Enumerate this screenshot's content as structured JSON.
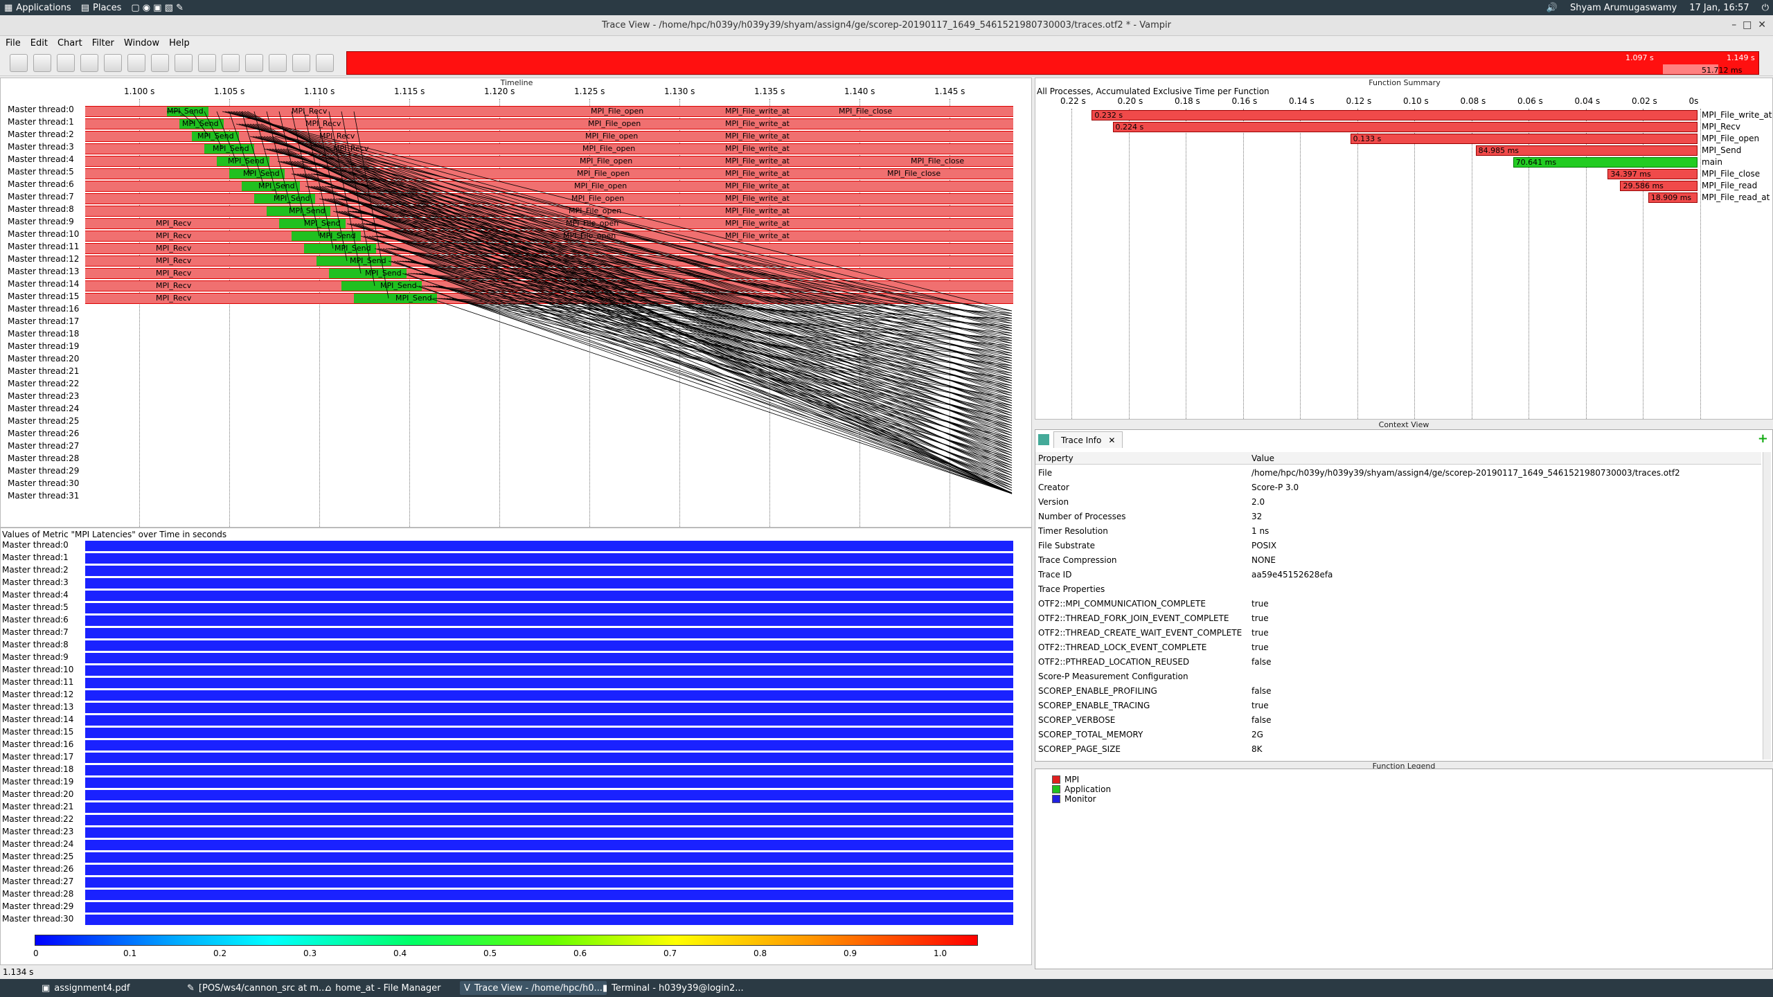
{
  "topbar": {
    "applications": "Applications",
    "places": "Places",
    "user": "Shyam Arumugaswamy",
    "datetime": "17 Jan, 16:57"
  },
  "window": {
    "title": "Trace View - /home/hpc/h039y/h039y39/shyam/assign4/ge/scorep-20190117_1649_5461521980730003/traces.otf2 * - Vampir"
  },
  "menu": [
    "File",
    "Edit",
    "Chart",
    "Filter",
    "Window",
    "Help"
  ],
  "overview": {
    "start_label": "1.097 s",
    "range_label": "51.712 ms",
    "end_label": "1.149 s"
  },
  "timeline": {
    "title": "Timeline",
    "ticks": [
      "1.100 s",
      "1.105 s",
      "1.110 s",
      "1.115 s",
      "1.120 s",
      "1.125 s",
      "1.130 s",
      "1.135 s",
      "1.140 s",
      "1.145 s"
    ],
    "threads": [
      "Master thread:0",
      "Master thread:1",
      "Master thread:2",
      "Master thread:3",
      "Master thread:4",
      "Master thread:5",
      "Master thread:6",
      "Master thread:7",
      "Master thread:8",
      "Master thread:9",
      "Master thread:10",
      "Master thread:11",
      "Master thread:12",
      "Master thread:13",
      "Master thread:14",
      "Master thread:15",
      "Master thread:16",
      "Master thread:17",
      "Master thread:18",
      "Master thread:19",
      "Master thread:20",
      "Master thread:21",
      "Master thread:22",
      "Master thread:23",
      "Master thread:24",
      "Master thread:25",
      "Master thread:26",
      "Master thread:27",
      "Master thread:28",
      "Master thread:29",
      "Master thread:30",
      "Master thread:31"
    ],
    "fn": {
      "recv": "MPI_Recv",
      "send": "MPI_Send",
      "open": "MPI_File_open",
      "write": "MPI_File_write_at",
      "close": "MPI_File_close"
    }
  },
  "metric": {
    "title": "Values of Metric \"MPI Latencies\" over Time in seconds",
    "threads": [
      "Master thread:0",
      "Master thread:1",
      "Master thread:2",
      "Master thread:3",
      "Master thread:4",
      "Master thread:5",
      "Master thread:6",
      "Master thread:7",
      "Master thread:8",
      "Master thread:9",
      "Master thread:10",
      "Master thread:11",
      "Master thread:12",
      "Master thread:13",
      "Master thread:14",
      "Master thread:15",
      "Master thread:16",
      "Master thread:17",
      "Master thread:18",
      "Master thread:19",
      "Master thread:20",
      "Master thread:21",
      "Master thread:22",
      "Master thread:23",
      "Master thread:24",
      "Master thread:25",
      "Master thread:26",
      "Master thread:27",
      "Master thread:28",
      "Master thread:29",
      "Master thread:30"
    ],
    "scale_ticks": [
      "0",
      "0.1",
      "0.2",
      "0.3",
      "0.4",
      "0.5",
      "0.6",
      "0.7",
      "0.8",
      "0.9",
      "1.0"
    ]
  },
  "function_summary": {
    "title": "Function Summary",
    "subtitle": "All Processes, Accumulated Exclusive Time per Function",
    "ticks": [
      "0.22 s",
      "0.20 s",
      "0.18 s",
      "0.16 s",
      "0.14 s",
      "0.12 s",
      "0.10 s",
      "0.08 s",
      "0.06 s",
      "0.04 s",
      "0.02 s",
      "0s"
    ],
    "rows": [
      {
        "name": "MPI_File_write_at",
        "value": "0.232 s",
        "seconds": 0.232,
        "group": "MPI"
      },
      {
        "name": "MPI_Recv",
        "value": "0.224 s",
        "seconds": 0.224,
        "group": "MPI"
      },
      {
        "name": "MPI_File_open",
        "value": "0.133 s",
        "seconds": 0.133,
        "group": "MPI"
      },
      {
        "name": "MPI_Send",
        "value": "84.985 ms",
        "seconds": 0.084985,
        "group": "MPI"
      },
      {
        "name": "main",
        "value": "70.641 ms",
        "seconds": 0.070641,
        "group": "Application"
      },
      {
        "name": "MPI_File_close",
        "value": "34.397 ms",
        "seconds": 0.034397,
        "group": "MPI"
      },
      {
        "name": "MPI_File_read",
        "value": "29.586 ms",
        "seconds": 0.029586,
        "group": "MPI"
      },
      {
        "name": "MPI_File_read_at",
        "value": "18.909 ms",
        "seconds": 0.018909,
        "group": "MPI"
      }
    ]
  },
  "context_view": {
    "title": "Context View",
    "tab": "Trace Info",
    "col_property": "Property",
    "col_value": "Value",
    "rows": [
      {
        "k": "File",
        "v": "/home/hpc/h039y/h039y39/shyam/assign4/ge/scorep-20190117_1649_5461521980730003/traces.otf2"
      },
      {
        "k": "Creator",
        "v": "Score-P 3.0"
      },
      {
        "k": "Version",
        "v": "2.0"
      },
      {
        "k": "Number of Processes",
        "v": "32"
      },
      {
        "k": "Timer Resolution",
        "v": "1 ns"
      },
      {
        "k": "File Substrate",
        "v": "POSIX"
      },
      {
        "k": "Trace Compression",
        "v": "NONE"
      },
      {
        "k": "Trace ID",
        "v": "aa59e45152628efa"
      },
      {
        "k": "Trace Properties",
        "v": ""
      },
      {
        "k": "  OTF2::MPI_COMMUNICATION_COMPLETE",
        "v": "true"
      },
      {
        "k": "  OTF2::THREAD_FORK_JOIN_EVENT_COMPLETE",
        "v": "true"
      },
      {
        "k": "  OTF2::THREAD_CREATE_WAIT_EVENT_COMPLETE",
        "v": "true"
      },
      {
        "k": "  OTF2::THREAD_LOCK_EVENT_COMPLETE",
        "v": "true"
      },
      {
        "k": "  OTF2::PTHREAD_LOCATION_REUSED",
        "v": "false"
      },
      {
        "k": "Score-P Measurement Configuration",
        "v": ""
      },
      {
        "k": "  SCOREP_ENABLE_PROFILING",
        "v": "false"
      },
      {
        "k": "  SCOREP_ENABLE_TRACING",
        "v": "true"
      },
      {
        "k": "  SCOREP_VERBOSE",
        "v": "false"
      },
      {
        "k": "  SCOREP_TOTAL_MEMORY",
        "v": "2G"
      },
      {
        "k": "  SCOREP_PAGE_SIZE",
        "v": "8K"
      }
    ]
  },
  "legend": {
    "title": "Function Legend",
    "items": [
      {
        "label": "MPI",
        "color": "#e02020"
      },
      {
        "label": "Application",
        "color": "#20c020"
      },
      {
        "label": "Monitor",
        "color": "#2020e0"
      }
    ]
  },
  "status": "1.134 s",
  "taskbar": [
    "assignment4.pdf",
    "[POS/ws4/cannon_src at m...",
    "home_at - File Manager",
    "Trace View - /home/hpc/h0...",
    "Terminal - h039y39@login2..."
  ]
}
